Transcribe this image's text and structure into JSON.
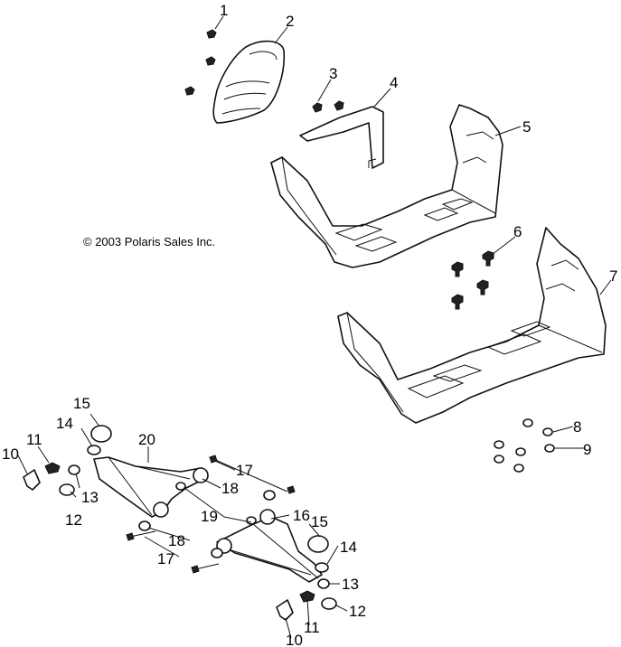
{
  "copyright": "© 2003 Polaris Sales Inc.",
  "callouts": {
    "c1": "1",
    "c2": "2",
    "c3": "3",
    "c4": "4",
    "c5": "5",
    "c6": "6",
    "c7": "7",
    "c8": "8",
    "c9": "9",
    "c10a": "10",
    "c10b": "10",
    "c11a": "11",
    "c11b": "11",
    "c12a": "12",
    "c12b": "12",
    "c13a": "13",
    "c13b": "13",
    "c14a": "14",
    "c14b": "14",
    "c15a": "15",
    "c15b": "15",
    "c16": "16",
    "c17a": "17",
    "c17b": "17",
    "c18a": "18",
    "c18b": "18",
    "c19": "19",
    "c20": "20"
  }
}
